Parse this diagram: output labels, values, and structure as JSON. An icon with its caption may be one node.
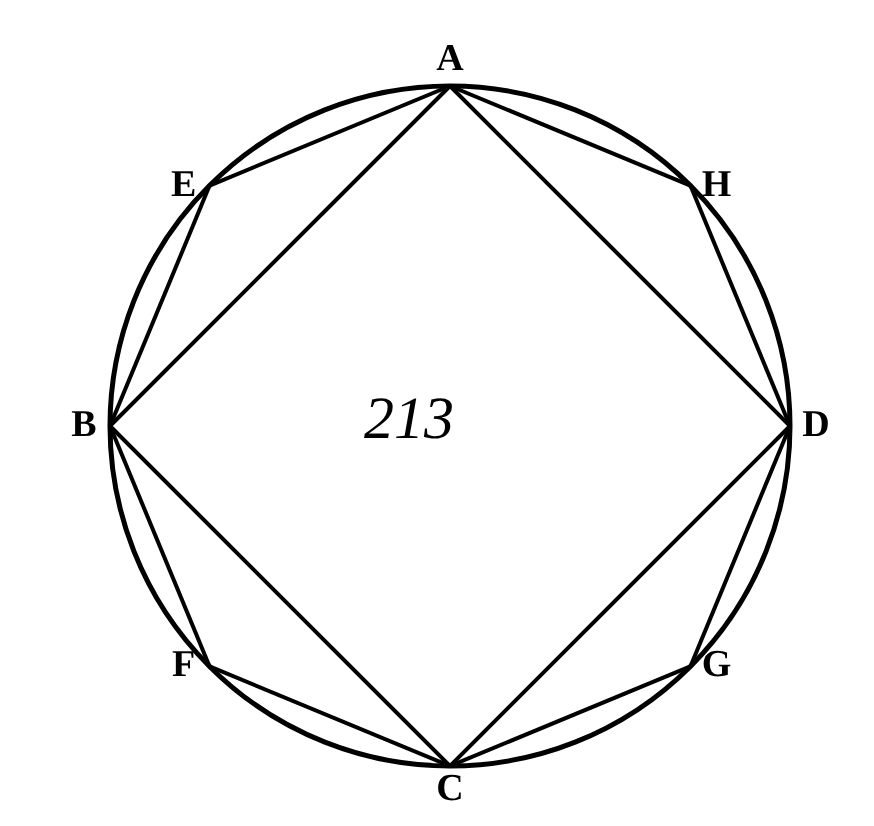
{
  "diagram": {
    "nodes": [
      {
        "text": [
          "A"
        ]
      },
      {
        "text": [
          "E"
        ]
      },
      {
        "text": [
          "H"
        ]
      },
      {
        "text": [
          "B"
        ]
      },
      {
        "text": [
          "D"
        ]
      },
      {
        "text": [
          "F"
        ]
      },
      {
        "text": [
          "G"
        ]
      },
      {
        "text": [
          "C"
        ]
      }
    ],
    "edges": [
      {
        "from": 0,
        "to": 3,
        "arrow": "none"
      },
      {
        "from": 3,
        "to": 7,
        "arrow": "none"
      },
      {
        "from": 7,
        "to": 4,
        "arrow": "none"
      },
      {
        "from": 4,
        "to": 0,
        "arrow": "none"
      },
      {
        "from": 0,
        "to": 1,
        "arrow": "none"
      },
      {
        "from": 1,
        "to": 3,
        "arrow": "none"
      },
      {
        "from": 3,
        "to": 5,
        "arrow": "none"
      },
      {
        "from": 5,
        "to": 7,
        "arrow": "none"
      },
      {
        "from": 7,
        "to": 6,
        "arrow": "none"
      },
      {
        "from": 6,
        "to": 4,
        "arrow": "none"
      },
      {
        "from": 4,
        "to": 2,
        "arrow": "none"
      },
      {
        "from": 2,
        "to": 0,
        "arrow": "none"
      }
    ],
    "labels": [
      "213"
    ]
  }
}
